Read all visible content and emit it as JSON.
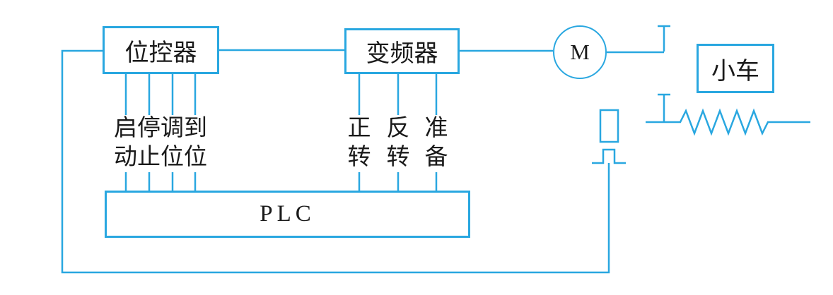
{
  "colors": {
    "line": "#29a7e0",
    "text": "#1a1a1a"
  },
  "boxes": {
    "position_controller": "位控器",
    "inverter": "变频器",
    "motor": "M",
    "cart": "小车",
    "plc": "PLC"
  },
  "controller_signals": {
    "row1": "启停调到",
    "row2": "动止位位",
    "words_vertical": [
      "启动",
      "停止",
      "调位",
      "到位"
    ]
  },
  "inverter_signals": [
    {
      "top": "正",
      "bottom": "转",
      "word": "正转"
    },
    {
      "top": "反",
      "bottom": "转",
      "word": "反转"
    },
    {
      "top": "准",
      "bottom": "备",
      "word": "准备"
    }
  ],
  "symbols": {
    "motor": "motor-circle",
    "supports": "bearing-support-bars",
    "lead_screw": "spring-zigzag",
    "sensor": "sensor-rect",
    "pulse": "pulse-wave",
    "feedback": "feedback-loop-line"
  }
}
